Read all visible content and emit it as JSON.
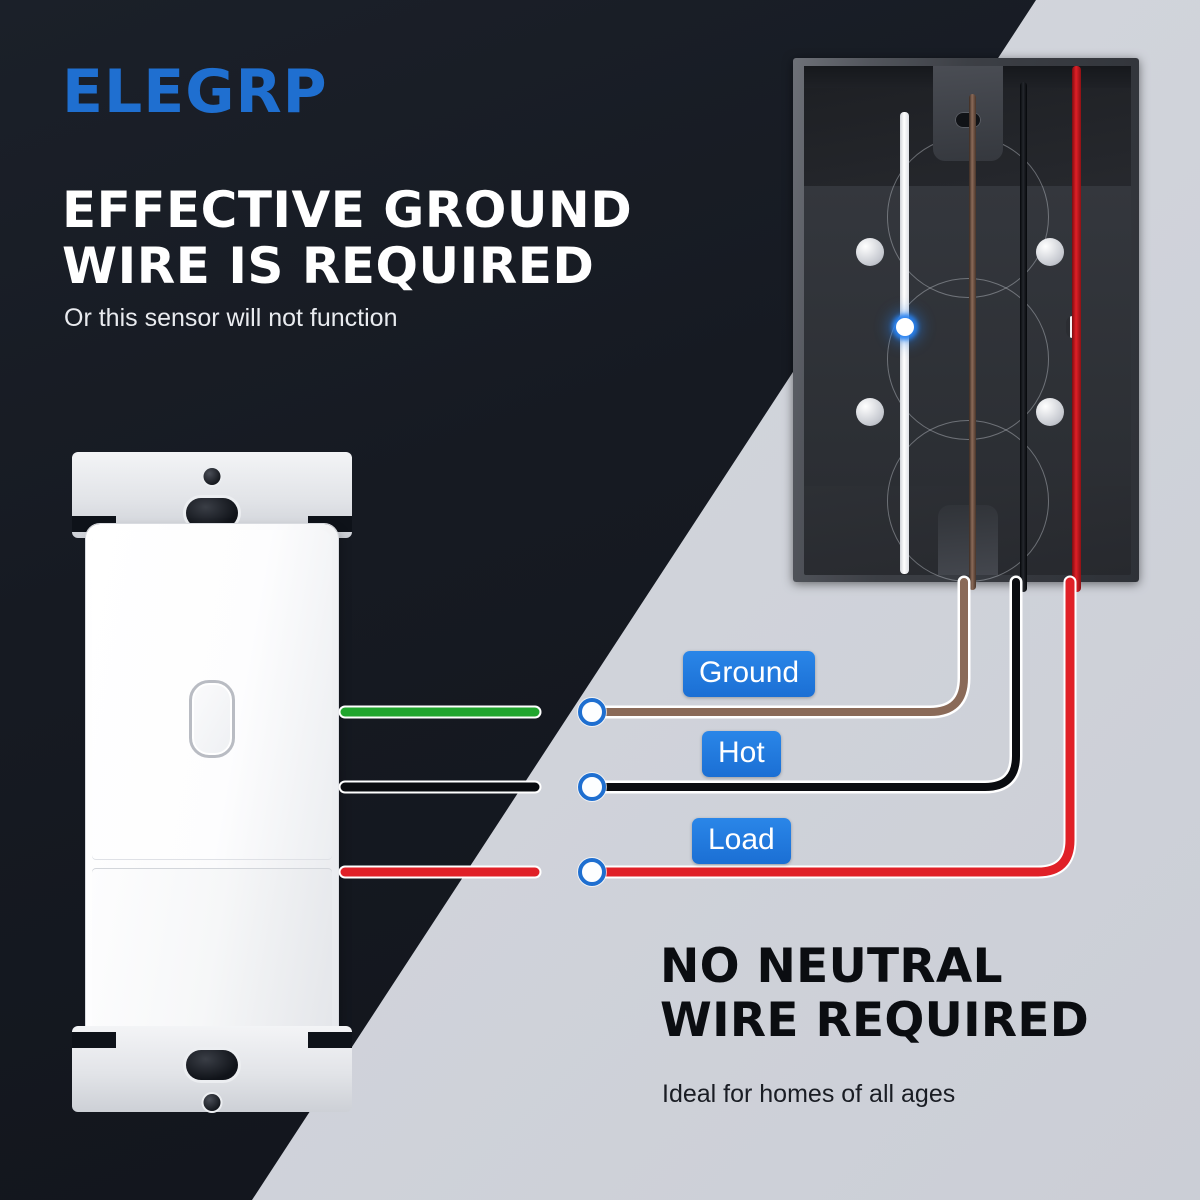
{
  "brand": {
    "logo_text": "ELEGRP"
  },
  "headline_top": {
    "line1": "EFFECTIVE GROUND",
    "line2": "WIRE IS REQUIRED",
    "subtitle": "Or this sensor will not function"
  },
  "headline_bottom": {
    "line1": "NO NEUTRAL",
    "line2": "WIRE REQUIRED",
    "subtitle": "Ideal for homes of all ages"
  },
  "wire_labels": {
    "ground": "Ground",
    "hot": "Hot",
    "load": "Load"
  },
  "colors": {
    "brand_blue": "#1f6fd0",
    "badge_blue": "#2a86e8",
    "dark_bg": "#161a22",
    "light_bg": "#d3d6dd",
    "wire_ground_device": "#21a52e",
    "wire_ground_box": "#8a6a58",
    "wire_hot": "#0a0c10",
    "wire_load": "#e02027",
    "wire_neutral": "#ffffff"
  },
  "diagram": {
    "device_name": "occupancy-sensor-wall-switch",
    "box_name": "electrical-junction-box",
    "connections": [
      {
        "label": "Ground",
        "device_wire_color": "green",
        "box_wire_color": "bare-copper"
      },
      {
        "label": "Hot",
        "device_wire_color": "black",
        "box_wire_color": "black"
      },
      {
        "label": "Load",
        "device_wire_color": "red",
        "box_wire_color": "red"
      }
    ],
    "unused_wire": "white-neutral"
  }
}
